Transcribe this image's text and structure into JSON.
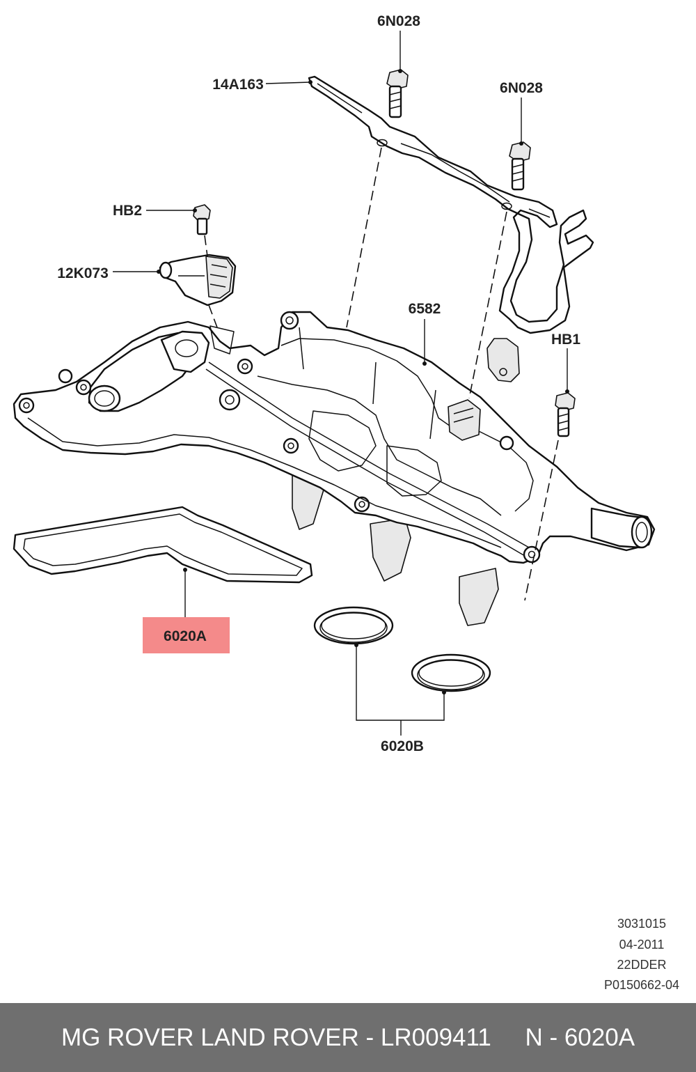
{
  "diagram": {
    "callouts": {
      "n6n028_top": "6N028",
      "n14a163": "14A163",
      "n6n028_right": "6N028",
      "hb2": "HB2",
      "n12k073": "12K073",
      "n6582": "6582",
      "hb1": "HB1",
      "n6020a": "6020A",
      "n6020b": "6020B"
    },
    "highlight_color": "#f48a8a",
    "reference": {
      "line1": "3031015",
      "line2": "04-2011",
      "line3": "22DDER",
      "line4": "P0150662-04"
    }
  },
  "footer": {
    "text": "MG ROVER LAND ROVER - LR009411     N - 6020A"
  }
}
